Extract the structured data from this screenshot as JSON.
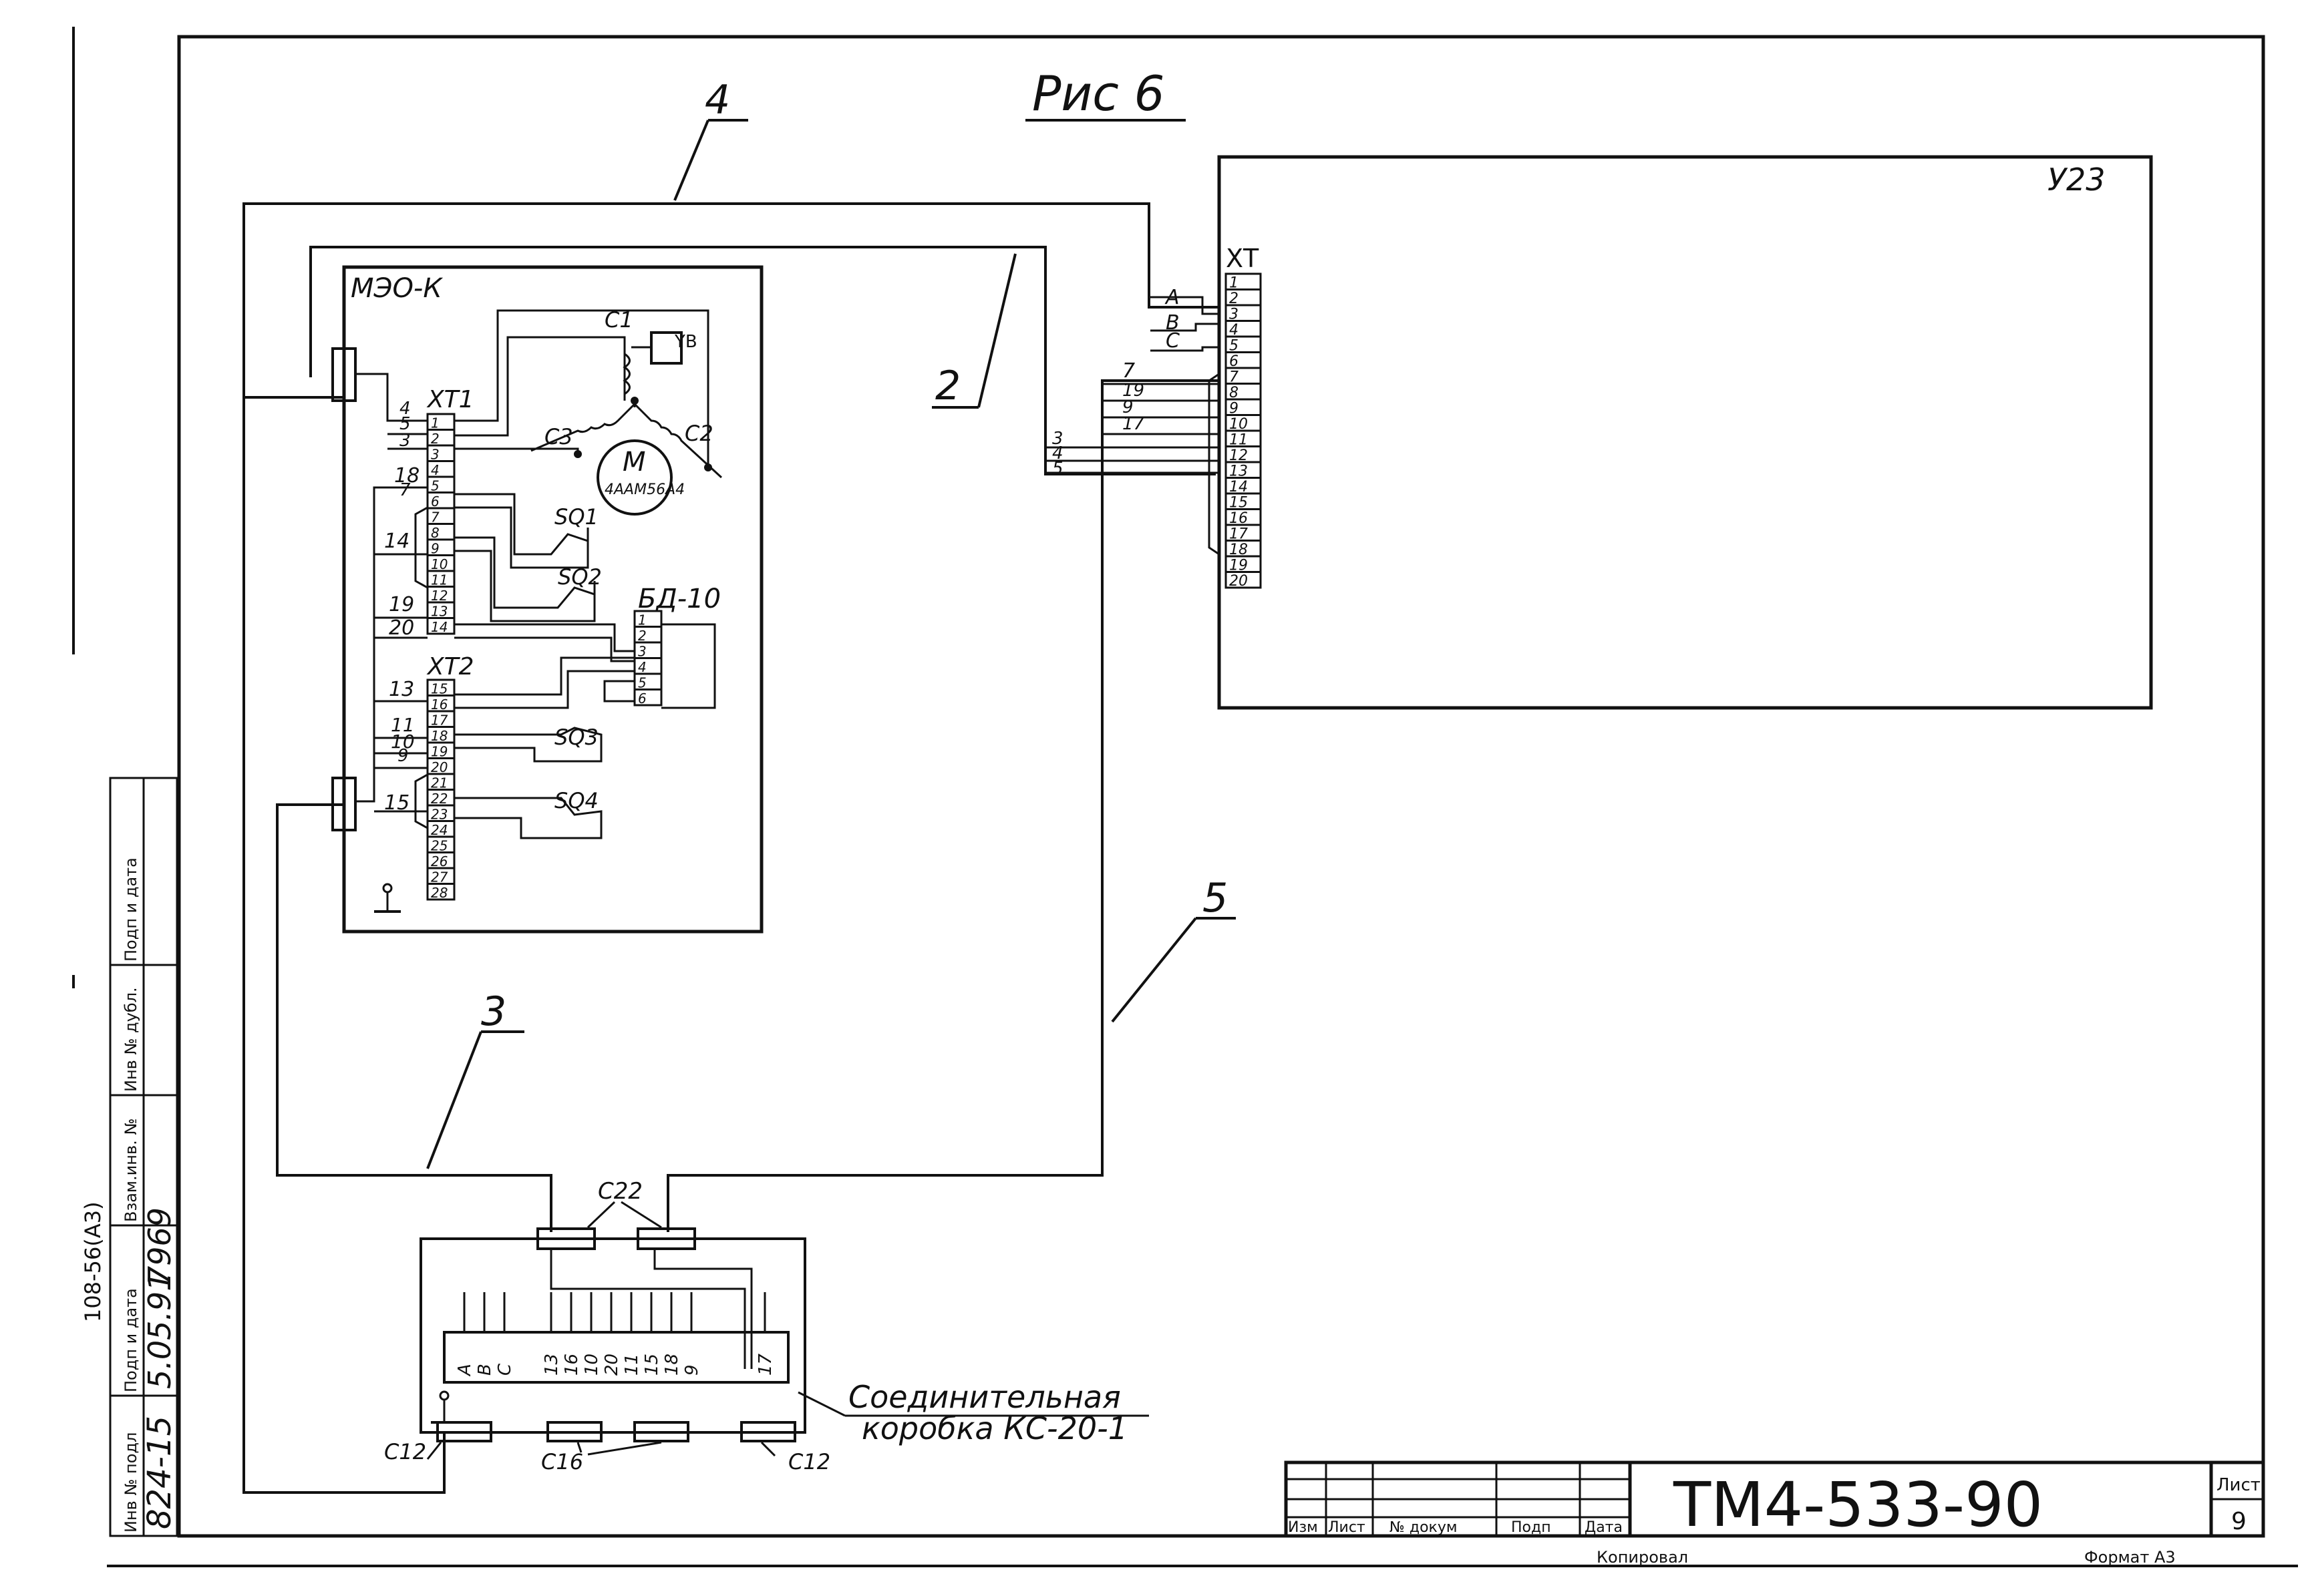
{
  "figure_title": "Рис 6",
  "drawing_code": "ТМ4-533-90",
  "sheet_label": "Лист",
  "sheet_number": "9",
  "doc_id": "108-56(А3)",
  "copied_label": "Копировал",
  "format_label": "Формат А3",
  "title_block": {
    "headers": [
      "Изм",
      "Лист",
      "№ докум",
      "Подп",
      "Дата"
    ]
  },
  "side_stamp": {
    "fields": [
      "Инв № подл",
      "Подп и дата",
      "Взам.инв. №",
      "Инв № дубл.",
      "Подп и дата"
    ],
    "values": [
      "824-15",
      "5.05.91",
      "7969"
    ]
  },
  "cables": [
    "4",
    "2",
    "5",
    "3"
  ],
  "u23": {
    "label": "У23",
    "connector": "ХТ",
    "pins": [
      "1",
      "2",
      "3",
      "4",
      "5",
      "6",
      "7",
      "8",
      "9",
      "10",
      "11",
      "12",
      "13",
      "14",
      "15",
      "16",
      "17",
      "18",
      "19",
      "20"
    ],
    "phase_labels": [
      "А",
      "В",
      "С"
    ],
    "wire_labels": [
      "7",
      "19",
      "9",
      "17",
      "3",
      "4",
      "5"
    ]
  },
  "meo": {
    "label": "МЭО-К",
    "xt1": {
      "label": "ХТ1",
      "pins": [
        "1",
        "2",
        "3",
        "4",
        "5",
        "6",
        "7",
        "8",
        "9",
        "10",
        "11",
        "12",
        "13",
        "14"
      ],
      "wire_labels": [
        "4",
        "5",
        "3",
        "18",
        "7",
        "14",
        "19",
        "20"
      ]
    },
    "xt2": {
      "label": "ХТ2",
      "pins": [
        "15",
        "16",
        "17",
        "18",
        "19",
        "20",
        "21",
        "22",
        "23",
        "24",
        "25",
        "26",
        "27",
        "28"
      ],
      "wire_labels": [
        "13",
        "11",
        "10",
        "9",
        "15"
      ]
    },
    "motor_label": "М",
    "motor_model": "4ААМ56А4",
    "capacitors": [
      "С1",
      "С2",
      "С3"
    ],
    "brake": "YВ",
    "switches": [
      "SQ1",
      "SQ2",
      "SQ3",
      "SQ4"
    ],
    "bd": {
      "label": "БД-10",
      "pins": [
        "1",
        "2",
        "3",
        "4",
        "5",
        "6"
      ]
    }
  },
  "junction_box": {
    "label_line1": "Соединительная",
    "label_line2": "коробка КС-20-1",
    "gland_labels": [
      "С22",
      "С12",
      "С16",
      "С12"
    ],
    "terminal_labels": [
      "А",
      "В",
      "С",
      "13",
      "16",
      "10",
      "20",
      "11",
      "15",
      "18",
      "9",
      "17"
    ]
  }
}
